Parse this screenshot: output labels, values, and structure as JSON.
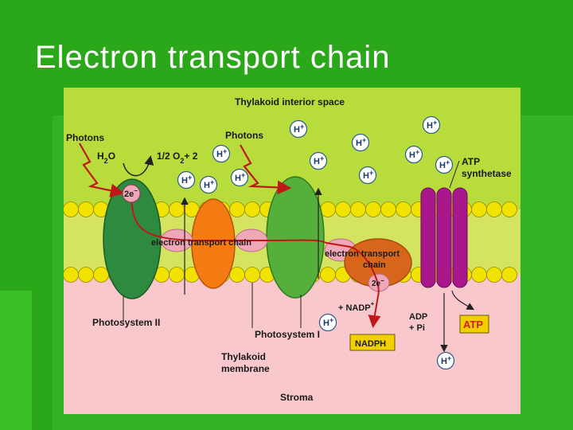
{
  "slide": {
    "title": "Electron transport chain",
    "background_color": "#2aa81a"
  },
  "diagram": {
    "labels": {
      "interior": "Thylakoid interior space",
      "photons_left": "Photons",
      "photons_right": "Photons",
      "h2o_main": "H",
      "h2o_sub": "2",
      "h2o_tail": "O",
      "o2_main": "1/2 O",
      "o2_sub": "2",
      "o2_tail": "+ 2",
      "two_e": "2e",
      "etc_left": "electron transport chain",
      "etc_right_1": "electron transport",
      "etc_right_2": "chain",
      "atp_synthetase_1": "ATP",
      "atp_synthetase_2": "synthetase",
      "nadp": "+ NADP",
      "nadp_sup": "+",
      "adp": "ADP",
      "pi": "+ Pi",
      "atp": "ATP",
      "nadph": "NADPH",
      "ps2": "Photosystem II",
      "ps1": "Photosystem I",
      "membrane_1": "Thylakoid",
      "membrane_2": "membrane",
      "stroma": "Stroma",
      "e_sup": "−",
      "h": "H",
      "plus": "+"
    },
    "colors": {
      "interior": "#b8dc3c",
      "stroma": "#f8c8cc",
      "lipid_head": "#f2e200",
      "ps2": "#2e8a3e",
      "ps1": "#54b03a",
      "cytochrome": "#f47a12",
      "etc_right": "#d8661a",
      "carrier": "#f0a8b8",
      "atp_synthase": "#a8188c",
      "atp_box": "#f2d000",
      "electron_path": "#c01818",
      "h_circle": "#ffffff"
    }
  }
}
